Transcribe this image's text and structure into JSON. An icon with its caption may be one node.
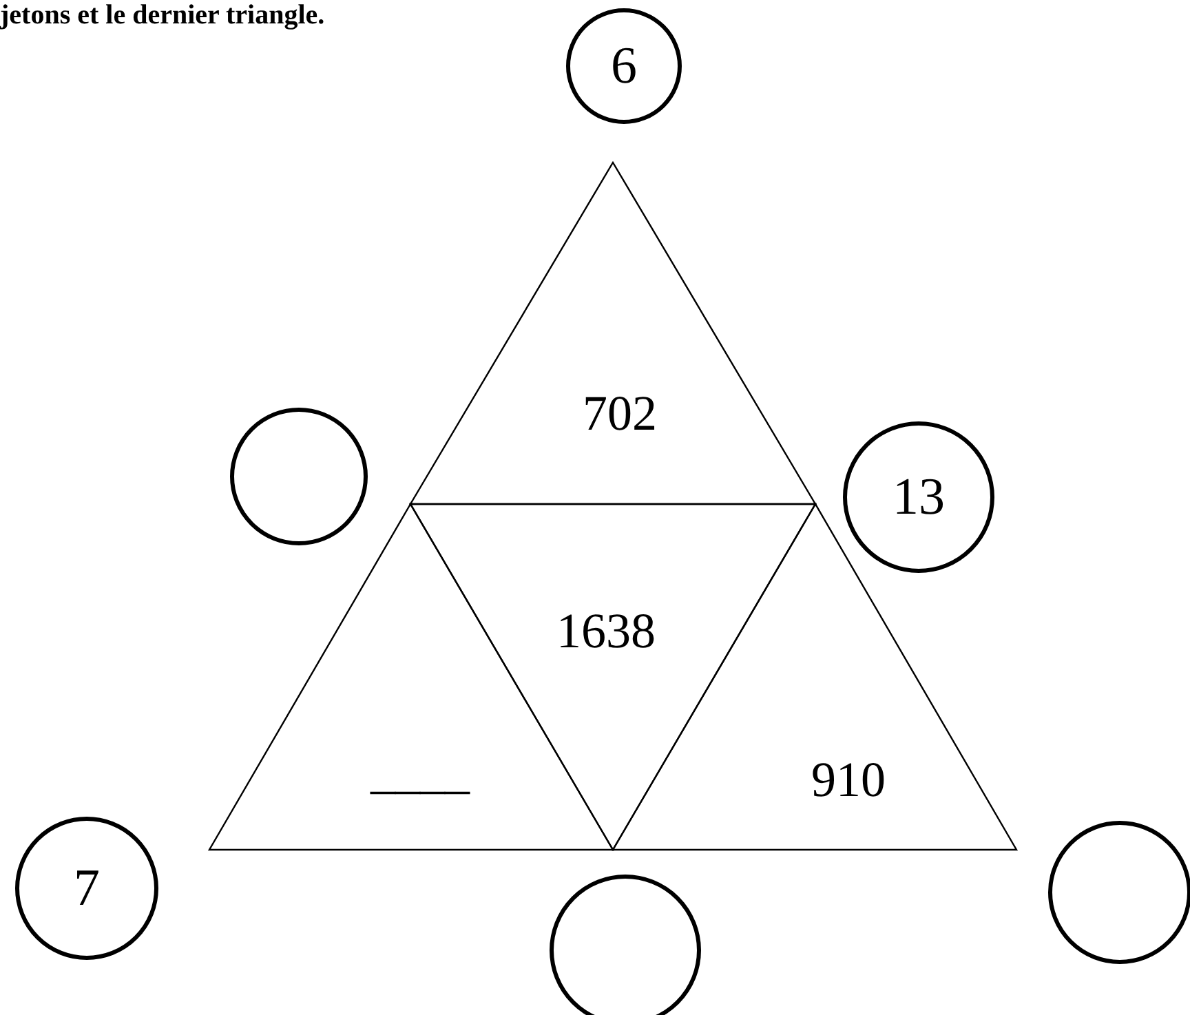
{
  "diagram": {
    "title": "jetons et le dernier triangle.",
    "nodes": [
      {
        "text": [
          "6"
        ]
      },
      {
        "text": [
          "702"
        ]
      },
      {
        "text": [],
        "shape": "circle"
      },
      {
        "text": [
          "13"
        ]
      },
      {
        "text": [
          "1638"
        ]
      },
      {
        "text": [
          "____"
        ]
      },
      {
        "text": [
          "910"
        ]
      },
      {
        "text": [
          "7"
        ]
      },
      {
        "text": [],
        "shape": "circle"
      },
      {
        "text": [],
        "shape": "circle"
      }
    ],
    "edges": []
  }
}
